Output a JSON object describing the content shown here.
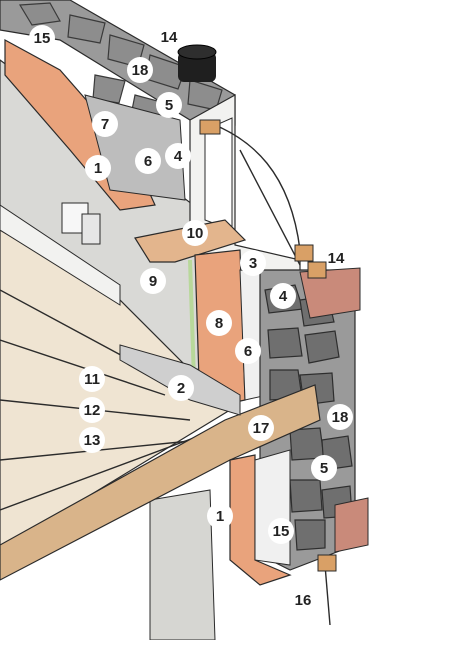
{
  "diagram": {
    "callouts": [
      {
        "id": "c15a",
        "label": "15"
      },
      {
        "id": "c14a",
        "label": "14"
      },
      {
        "id": "c18a",
        "label": "18"
      },
      {
        "id": "c5a",
        "label": "5"
      },
      {
        "id": "c7",
        "label": "7"
      },
      {
        "id": "c6a",
        "label": "6"
      },
      {
        "id": "c4a",
        "label": "4"
      },
      {
        "id": "c1a",
        "label": "1"
      },
      {
        "id": "c10",
        "label": "10"
      },
      {
        "id": "c3",
        "label": "3"
      },
      {
        "id": "c14b",
        "label": "14"
      },
      {
        "id": "c4b",
        "label": "4"
      },
      {
        "id": "c9",
        "label": "9"
      },
      {
        "id": "c8",
        "label": "8"
      },
      {
        "id": "c6b",
        "label": "6"
      },
      {
        "id": "c2",
        "label": "2"
      },
      {
        "id": "c11",
        "label": "11"
      },
      {
        "id": "c12",
        "label": "12"
      },
      {
        "id": "c13",
        "label": "13"
      },
      {
        "id": "c18b",
        "label": "18"
      },
      {
        "id": "c17",
        "label": "17"
      },
      {
        "id": "c5b",
        "label": "5"
      },
      {
        "id": "c1b",
        "label": "1"
      },
      {
        "id": "c15b",
        "label": "15"
      },
      {
        "id": "c16",
        "label": "16"
      }
    ],
    "colors": {
      "stone": "#8d8d8d",
      "insulation": "#e9a37c",
      "insulation_dark": "#c77a55",
      "interior_wall": "#d9d9d6",
      "floor": "#efe4d2",
      "wood_beam": "#d9b48a",
      "sill": "#e3b58d",
      "vapor_barrier": "#b8d89a",
      "trim": "#f2f2f0"
    }
  }
}
